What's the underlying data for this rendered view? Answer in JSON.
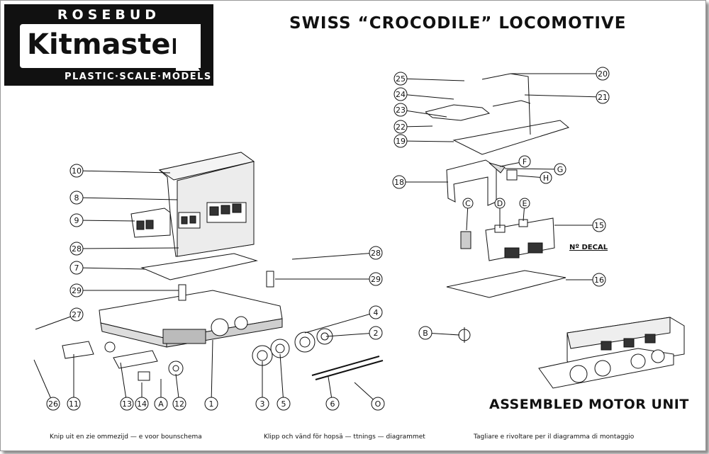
{
  "logo": {
    "top_text": "ROSEBUD",
    "brand": "Kitmaster",
    "bottom_text": "PLASTIC·SCALE·MODELS"
  },
  "title": "SWISS “CROCODILE” LOCOMOTIVE",
  "assembled_caption": "ASSEMBLED MOTOR UNIT",
  "decal_label": "Nº DECAL",
  "footer": {
    "dutch": "Knip uit en zie ommezijd — e voor bounschema",
    "swedish": "Klipp och vänd för hopsä — ttnings — diagrammet",
    "italian": "Tagliare e rivoltare per il diagramma di montaggio"
  },
  "callouts": [
    {
      "label": "10"
    },
    {
      "label": "8"
    },
    {
      "label": "9"
    },
    {
      "label": "28"
    },
    {
      "label": "7"
    },
    {
      "label": "29"
    },
    {
      "label": "27"
    },
    {
      "label": "26"
    },
    {
      "label": "11"
    },
    {
      "label": "13"
    },
    {
      "label": "14"
    },
    {
      "label": "A"
    },
    {
      "label": "12"
    },
    {
      "label": "1"
    },
    {
      "label": "3"
    },
    {
      "label": "5"
    },
    {
      "label": "6"
    },
    {
      "label": "O"
    },
    {
      "label": "2"
    },
    {
      "label": "4"
    },
    {
      "label": "28"
    },
    {
      "label": "29"
    },
    {
      "label": "25"
    },
    {
      "label": "24"
    },
    {
      "label": "23"
    },
    {
      "label": "22"
    },
    {
      "label": "19"
    },
    {
      "label": "20"
    },
    {
      "label": "21"
    },
    {
      "label": "F"
    },
    {
      "label": "G"
    },
    {
      "label": "H"
    },
    {
      "label": "18"
    },
    {
      "label": "C"
    },
    {
      "label": "D"
    },
    {
      "label": "E"
    },
    {
      "label": "15"
    },
    {
      "label": "16"
    },
    {
      "label": "B"
    }
  ]
}
